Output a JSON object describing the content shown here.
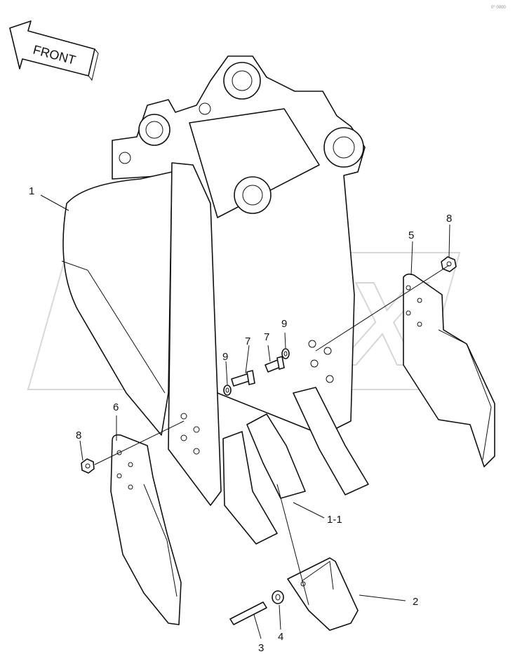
{
  "direction_label": "FRONT",
  "watermark": "OPEX",
  "corner_mark": "0° 0000",
  "callouts": {
    "bucket": "1",
    "bucket_tooth_adapter": "1-1",
    "tooth_point": "2",
    "tooth_pin": "3",
    "pin_washer": "4",
    "right_side_cutter": "5",
    "left_side_cutter": "6",
    "bolt_a": "7",
    "bolt_b": "7",
    "nut_right": "8",
    "nut_left": "8",
    "washer_a": "9",
    "washer_b": "9"
  }
}
